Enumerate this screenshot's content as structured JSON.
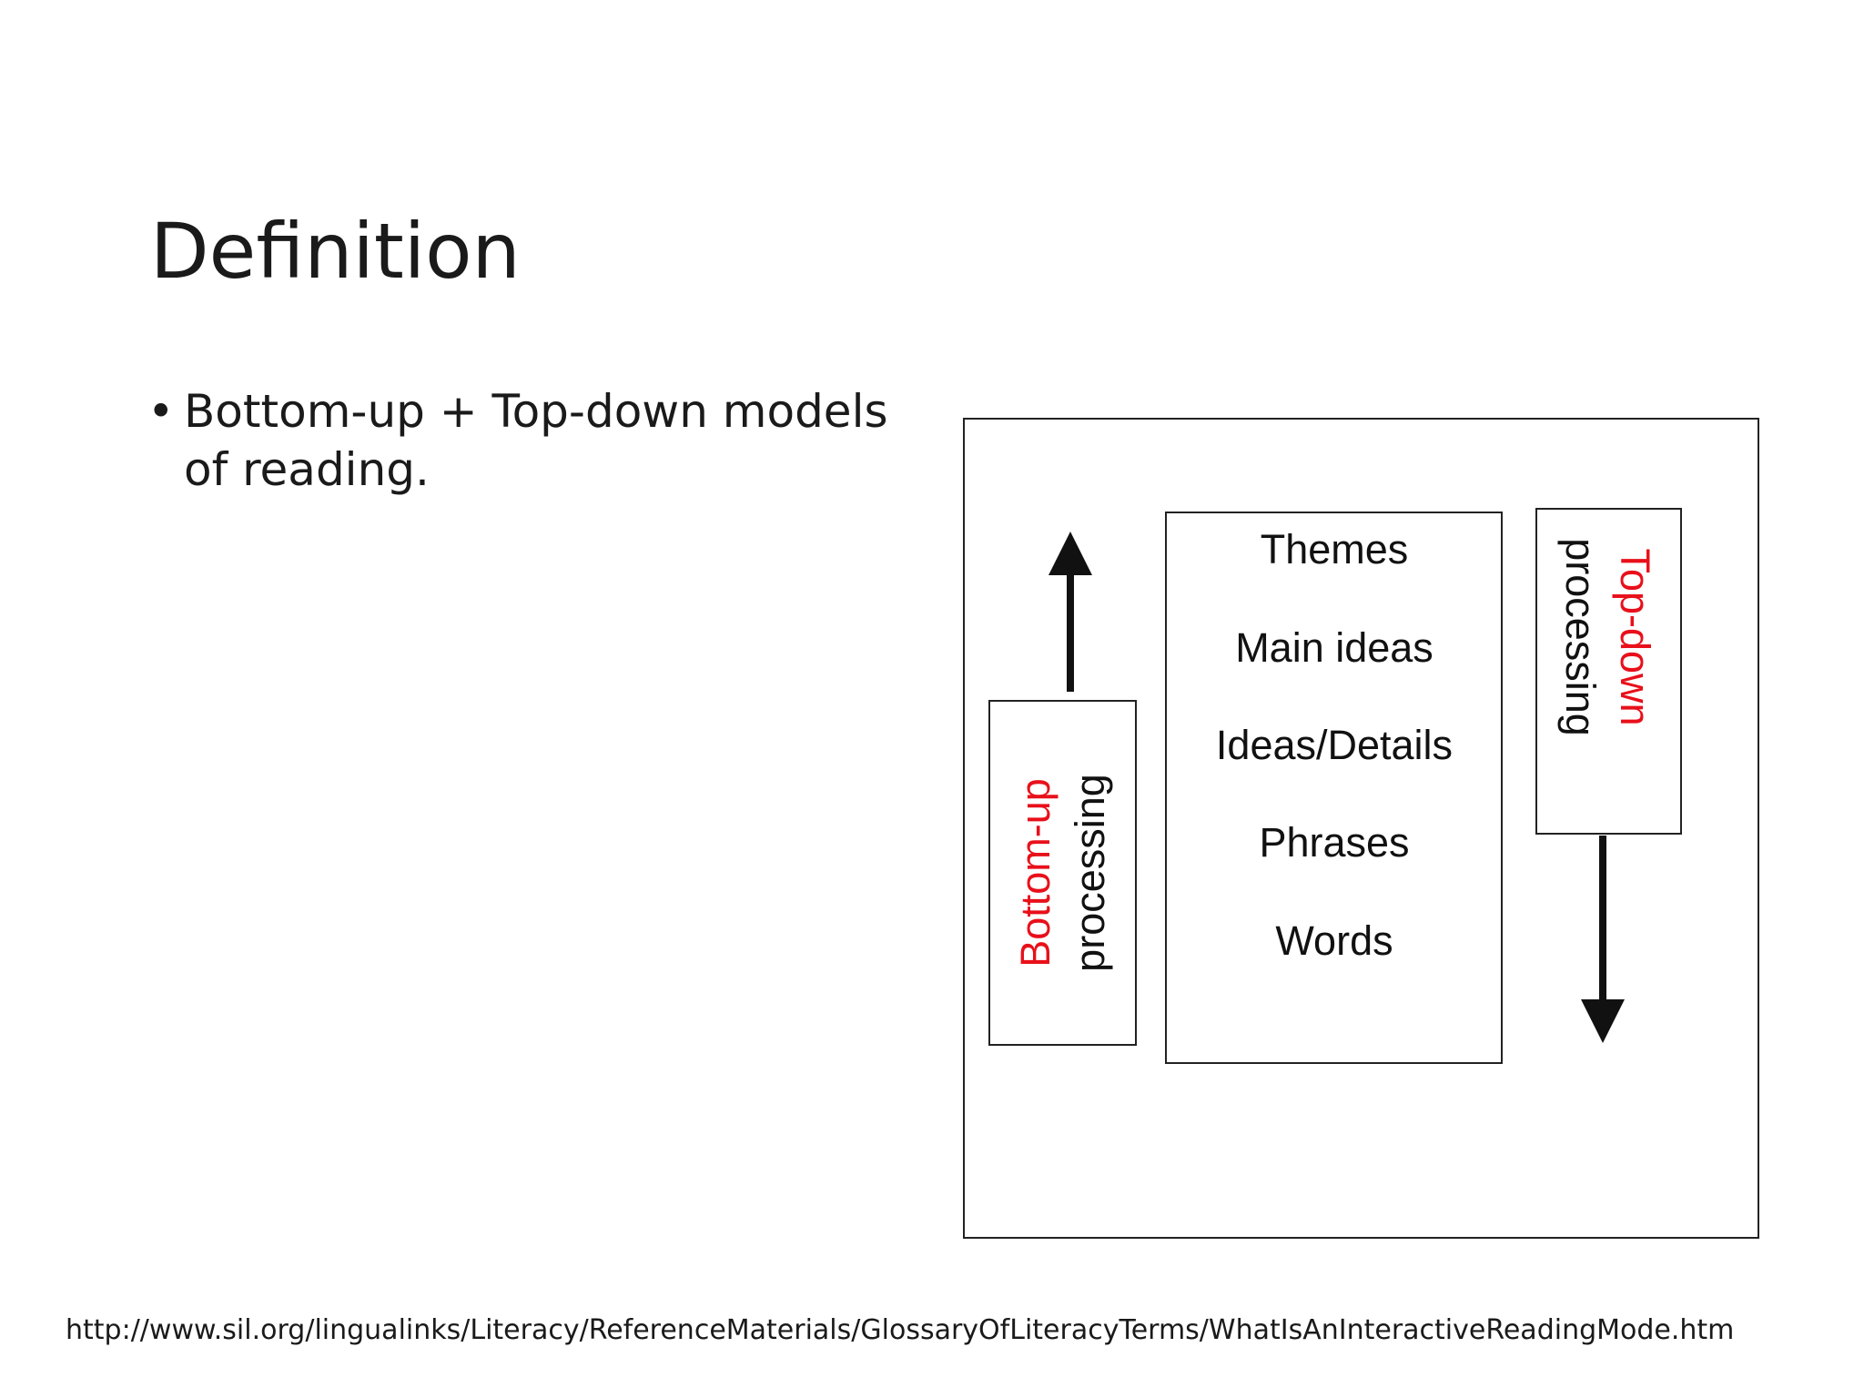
{
  "slide": {
    "title": "Definition",
    "bullets": [
      {
        "marker": "•",
        "text": "Bottom-up + Top-down models of reading."
      }
    ]
  },
  "diagram": {
    "levels": [
      "Themes",
      "Main ideas",
      "Ideas/Details",
      "Phrases",
      "Words"
    ],
    "bottom_up": {
      "highlight": "Bottom-up",
      "label": "processing",
      "arrow": "up"
    },
    "top_down": {
      "highlight": "Top-down",
      "label": "processing",
      "arrow": "down"
    },
    "colors": {
      "highlight": "#e8101a",
      "text": "#111111",
      "border": "#222222"
    }
  },
  "footer": {
    "source_url": "http://www.sil.org/lingualinks/Literacy/ReferenceMaterials/GlossaryOfLiteracyTerms/WhatIsAnInteractiveReadingMode.htm"
  }
}
